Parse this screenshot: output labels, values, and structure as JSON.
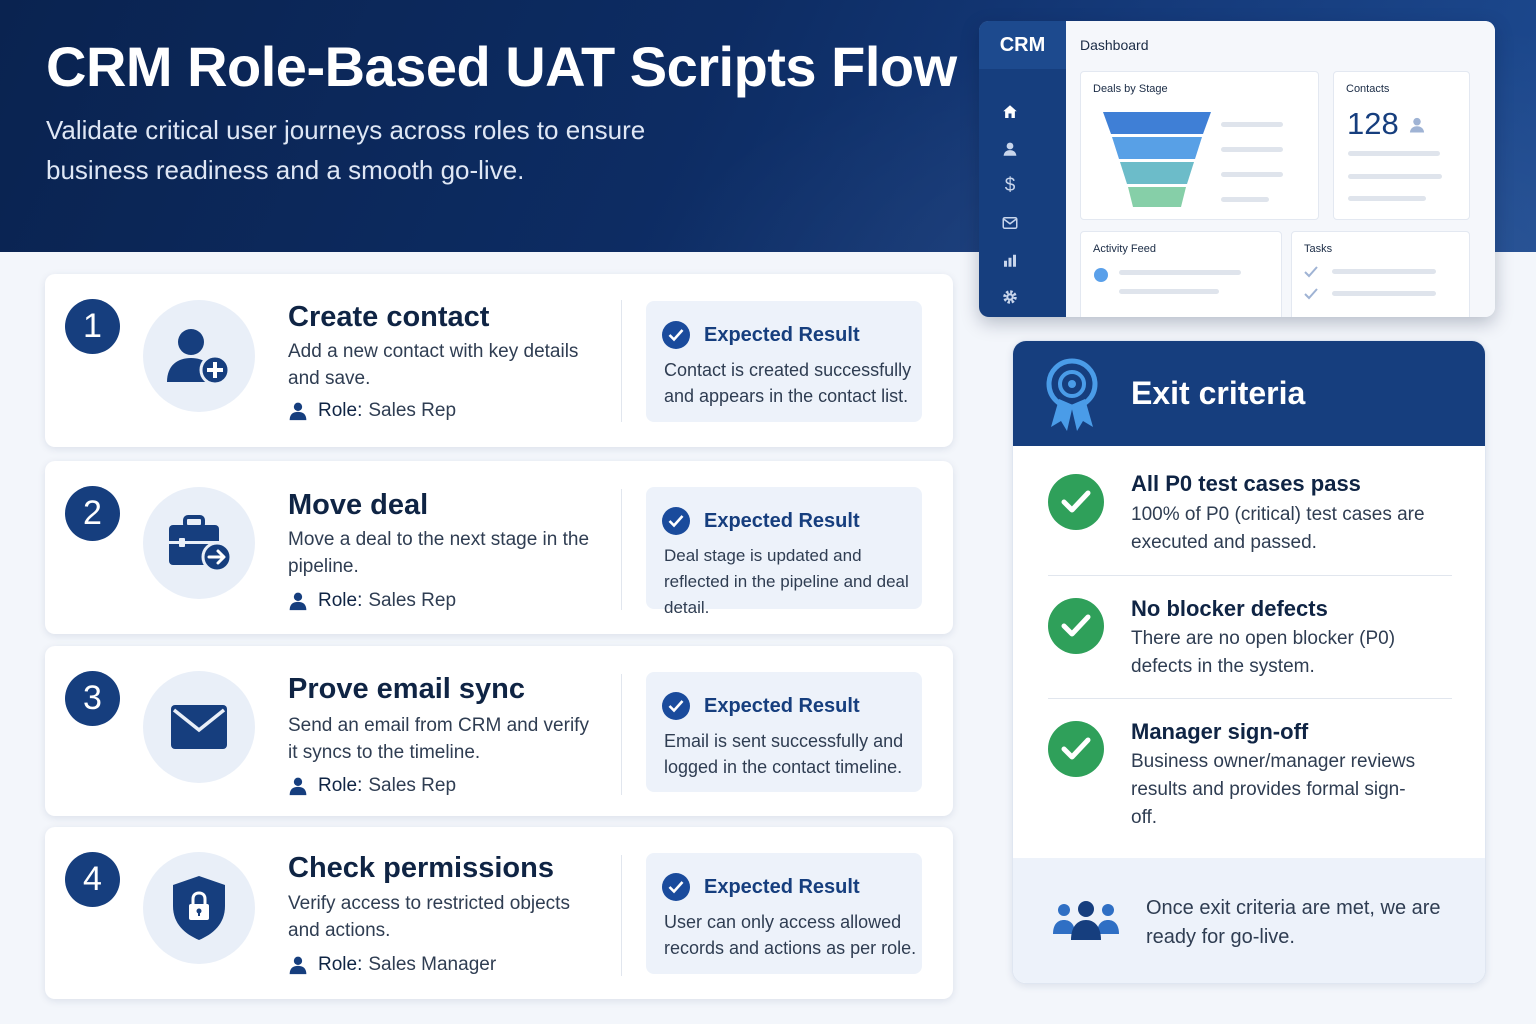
{
  "hero": {
    "title": "CRM Role-Based UAT Scripts Flow",
    "subtitle": "Validate critical user journeys across roles to ensure business readiness and a smooth go-live."
  },
  "dashboard": {
    "brand": "CRM",
    "header": "Dashboard",
    "nav_icons": [
      "home-icon",
      "user-icon",
      "dollar-icon",
      "mail-icon",
      "bar-chart-icon",
      "gear-icon"
    ],
    "panels": {
      "deals_title": "Deals by Stage",
      "contacts_title": "Contacts",
      "contacts_count": "128",
      "activity_title": "Activity Feed",
      "tasks_title": "Tasks"
    },
    "funnel_colors": [
      "#3f7fd6",
      "#58a0e6",
      "#6cbcc9",
      "#86cfa8"
    ]
  },
  "steps": [
    {
      "number": "1",
      "icon": "add-user-icon",
      "title": "Create contact",
      "description": "Add a new contact with key details and save.",
      "role_label": "Role:",
      "role": "Sales Rep",
      "result_heading": "Expected Result",
      "result": "Contact is created successfully and appears in the contact list."
    },
    {
      "number": "2",
      "icon": "briefcase-arrow-icon",
      "title": "Move deal",
      "description": "Move a deal to the next stage in the pipeline.",
      "role_label": "Role:",
      "role": "Sales Rep",
      "result_heading": "Expected Result",
      "result": "Deal stage is updated and reflected in the pipeline and deal detail."
    },
    {
      "number": "3",
      "icon": "envelope-icon",
      "title": "Prove email sync",
      "description": "Send an email from CRM and verify it syncs to the timeline.",
      "role_label": "Role:",
      "role": "Sales Rep",
      "result_heading": "Expected Result",
      "result": "Email is sent successfully and logged in the contact timeline."
    },
    {
      "number": "4",
      "icon": "shield-lock-icon",
      "title": "Check permissions",
      "description": "Verify access to restricted objects and actions.",
      "role_label": "Role:",
      "role": "Sales Manager",
      "result_heading": "Expected Result",
      "result": "User can only access allowed records and actions as per role."
    }
  ],
  "exit": {
    "title": "Exit criteria",
    "icon": "award-ribbon-icon",
    "criteria": [
      {
        "title": "All P0 test cases pass",
        "text": "100% of P0 (critical) test cases are executed and passed."
      },
      {
        "title": "No blocker defects",
        "text": "There are no open blocker (P0) defects in the system."
      },
      {
        "title": "Manager sign-off",
        "text": "Business owner/manager reviews results and provides formal sign-off."
      }
    ],
    "footer_icon": "team-icon",
    "footer": "Once exit criteria are met, we are ready for go-live."
  },
  "colors": {
    "navy": "#0d2c63",
    "brand_blue": "#163e7e",
    "success_green": "#2fa05a",
    "light_panel": "#edf2fa"
  }
}
